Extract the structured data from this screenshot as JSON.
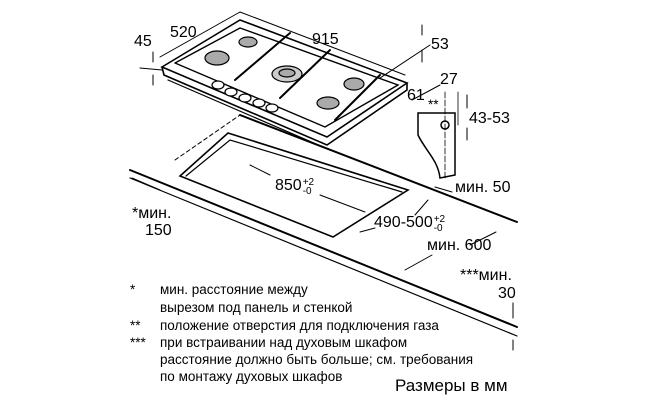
{
  "dimensions": {
    "d45": "45",
    "d520": "520",
    "d915": "915",
    "d53": "53",
    "d27": "27",
    "d61": "61",
    "d43_53": "43-53",
    "gas_mark": "**",
    "cutout_width": "850",
    "cutout_width_tol_plus": "+2",
    "cutout_width_tol_minus": "-0",
    "cutout_depth": "490-500",
    "cutout_depth_tol_plus": "+2",
    "cutout_depth_tol_minus": "-0",
    "min50": "мин. 50",
    "min150_a": "*мин.",
    "min150_b": "150",
    "min600": "мин. 600",
    "min30_a": "***мин.",
    "min30_b": "30"
  },
  "notes": [
    {
      "mark": "*",
      "lines": [
        "мин. расстояние между",
        "вырезом под панель и стенкой"
      ]
    },
    {
      "mark": "**",
      "lines": [
        "положение отверстия для подключения газа"
      ]
    },
    {
      "mark": "***",
      "lines": [
        "при встраивании над духовым шкафом",
        "расстояние должно быть больше; см. требования",
        "по монтажу духовых шкафов"
      ]
    }
  ],
  "units_label": "Размеры в мм"
}
